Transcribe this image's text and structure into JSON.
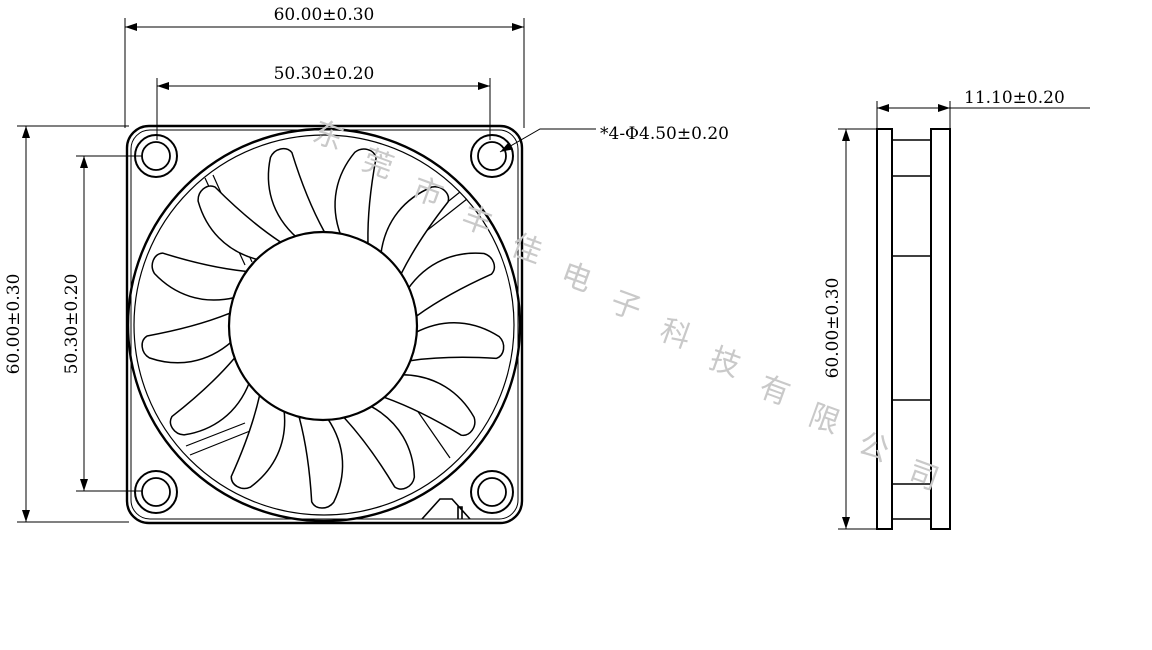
{
  "front_view": {
    "overall_width": "60.00±0.30",
    "hole_spacing_width": "50.30±0.20",
    "overall_height": "60.00±0.30",
    "hole_spacing_height": "50.30±0.20",
    "mounting_hole_callout": "*4-Φ4.50±0.20",
    "blade_count": 13
  },
  "side_view": {
    "thickness": "11.10±0.20",
    "height": "60.00±0.30"
  },
  "watermark": [
    "东",
    "莞",
    "市",
    "丰",
    "佳",
    "电",
    "子",
    "科",
    "技",
    "有",
    "限",
    "公",
    "司"
  ]
}
